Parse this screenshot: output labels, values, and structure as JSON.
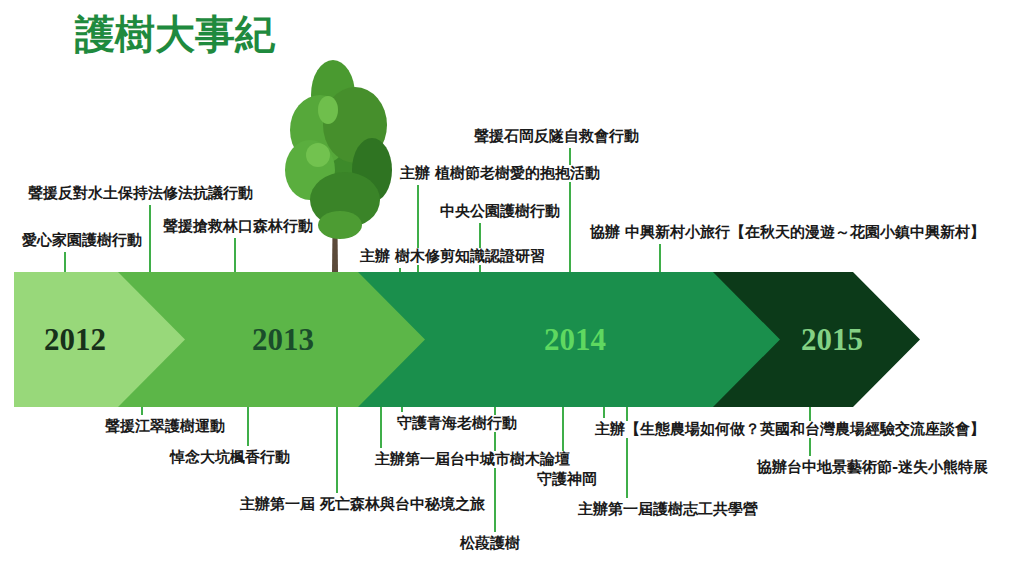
{
  "diagram": {
    "title": "護樹大事紀",
    "nodes": [
      {
        "text": [
          "2012"
        ]
      },
      {
        "text": [
          "2013"
        ]
      },
      {
        "text": [
          "2014"
        ]
      },
      {
        "text": [
          "2015"
        ]
      }
    ],
    "labels": [
      "愛心家園護樹行動",
      "聲援反對水土保持法修法抗議行動",
      "聲援搶救林口森林行動",
      "主辦 植樹節老樹愛的抱抱活動",
      "主辦 樹木修剪知識認證研習",
      "中央公園護樹行動",
      "聲援石岡反隧自救會行動",
      "協辦 中興新村小旅行【在秋天的漫遊～花園小鎮中興新村】",
      "聲援江翠護樹運動",
      "悼念大坑楓香行動",
      "主辦第一屆 死亡森林與台中秘境之旅",
      "守護青海老樹行動",
      "主辦第一屆台中城市樹木論壇",
      "松葮護樹",
      "守護神岡",
      "主辦【生態農場如何做？英國和台灣農場經驗交流座談會】",
      "主辦第一屆護樹志工共學營",
      "協辦台中地景藝術節-迷失小熊特展"
    ]
  }
}
